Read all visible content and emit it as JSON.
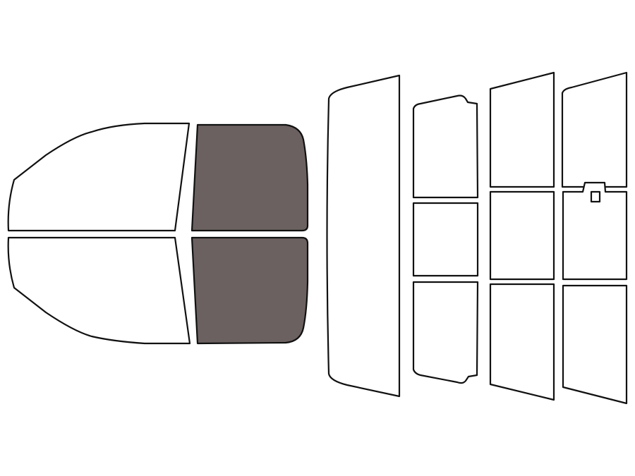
{
  "colors": {
    "background": "#ffffff",
    "outline": "#111111",
    "tinted": "#6b6160",
    "untinted": "#ffffff"
  },
  "panels": [
    {
      "id": "windshield-upper",
      "tinted": false
    },
    {
      "id": "windshield-lower",
      "tinted": false
    },
    {
      "id": "front-door-window-upper",
      "tinted": true
    },
    {
      "id": "front-door-window-lower",
      "tinted": true
    },
    {
      "id": "rear-windshield",
      "tinted": false
    },
    {
      "id": "rear-window-left-top",
      "tinted": false
    },
    {
      "id": "rear-window-left-middle",
      "tinted": false
    },
    {
      "id": "rear-window-left-bottom",
      "tinted": false
    },
    {
      "id": "rear-window-center-top",
      "tinted": false
    },
    {
      "id": "rear-window-center-middle",
      "tinted": false
    },
    {
      "id": "rear-window-center-bottom",
      "tinted": false
    },
    {
      "id": "rear-window-right-top",
      "tinted": false
    },
    {
      "id": "rear-window-right-middle",
      "tinted": false
    },
    {
      "id": "rear-window-right-bottom",
      "tinted": false
    }
  ]
}
